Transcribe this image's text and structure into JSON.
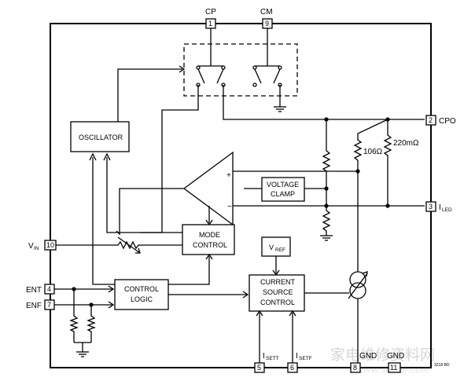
{
  "pins": {
    "cp": {
      "name": "CP",
      "num": "1"
    },
    "cm": {
      "name": "CM",
      "num": "9"
    },
    "cpo": {
      "name": "CPO",
      "num": "2"
    },
    "iled": {
      "name": "I",
      "sub": "LED",
      "num": "3"
    },
    "vin": {
      "name": "V",
      "sub": "IN",
      "num": "10"
    },
    "ent": {
      "name": "ENT",
      "num": "4"
    },
    "enf": {
      "name": "ENF",
      "num": "7"
    },
    "isett": {
      "name": "I",
      "sub": "SETT",
      "num": "5"
    },
    "isetf": {
      "name": "I",
      "sub": "SETF",
      "num": "6"
    },
    "gnd8": {
      "name": "GND",
      "num": "8"
    },
    "gnd11": {
      "name": "GND",
      "num": "11"
    }
  },
  "blocks": {
    "oscillator": "OSCILLATOR",
    "voltage_clamp": [
      "VOLTAGE",
      "CLAMP"
    ],
    "mode_control": [
      "MODE",
      "CONTROL"
    ],
    "vref": {
      "main": "V",
      "sub": "REF"
    },
    "control_logic": [
      "CONTROL",
      "LOGIC"
    ],
    "current_source_control": [
      "CURRENT",
      "SOURCE",
      "CONTROL"
    ]
  },
  "resistors": {
    "r1": "106Ω",
    "r2": "220mΩ"
  },
  "amp": {
    "plus": "+",
    "minus": "−"
  },
  "figure_code": "3218 BD",
  "watermark": {
    "text": "家电维修资料网",
    "url": "WWW.SEDIDI.COM"
  }
}
